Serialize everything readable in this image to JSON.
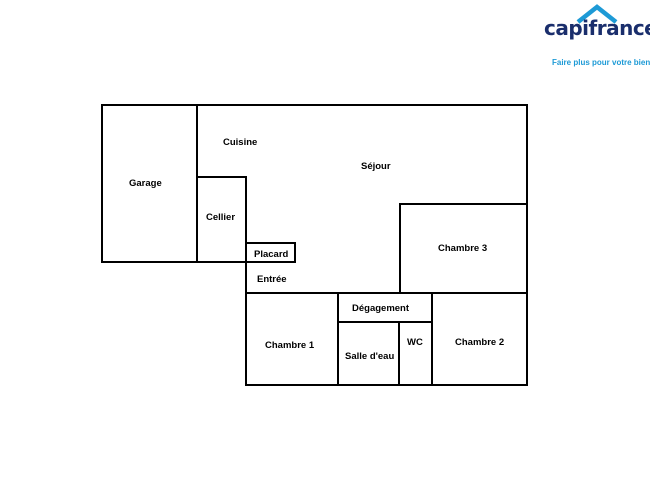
{
  "logo": {
    "brand": "capifrance",
    "tagline": "Faire plus pour votre bien",
    "icon": "house-roof-icon",
    "brand_color": "#1a2e6c",
    "accent_color": "#1d9ad6"
  },
  "floorplan": {
    "rooms": {
      "garage": "Garage",
      "cuisine": "Cuisine",
      "sejour": "Séjour",
      "cellier": "Cellier",
      "placard": "Placard",
      "entree": "Entrée",
      "chambre3": "Chambre 3",
      "degagement": "Dégagement",
      "chambre1": "Chambre 1",
      "salle_eau": "Salle d'eau",
      "wc": "WC",
      "chambre2": "Chambre 2"
    },
    "wall_color": "#000000"
  }
}
